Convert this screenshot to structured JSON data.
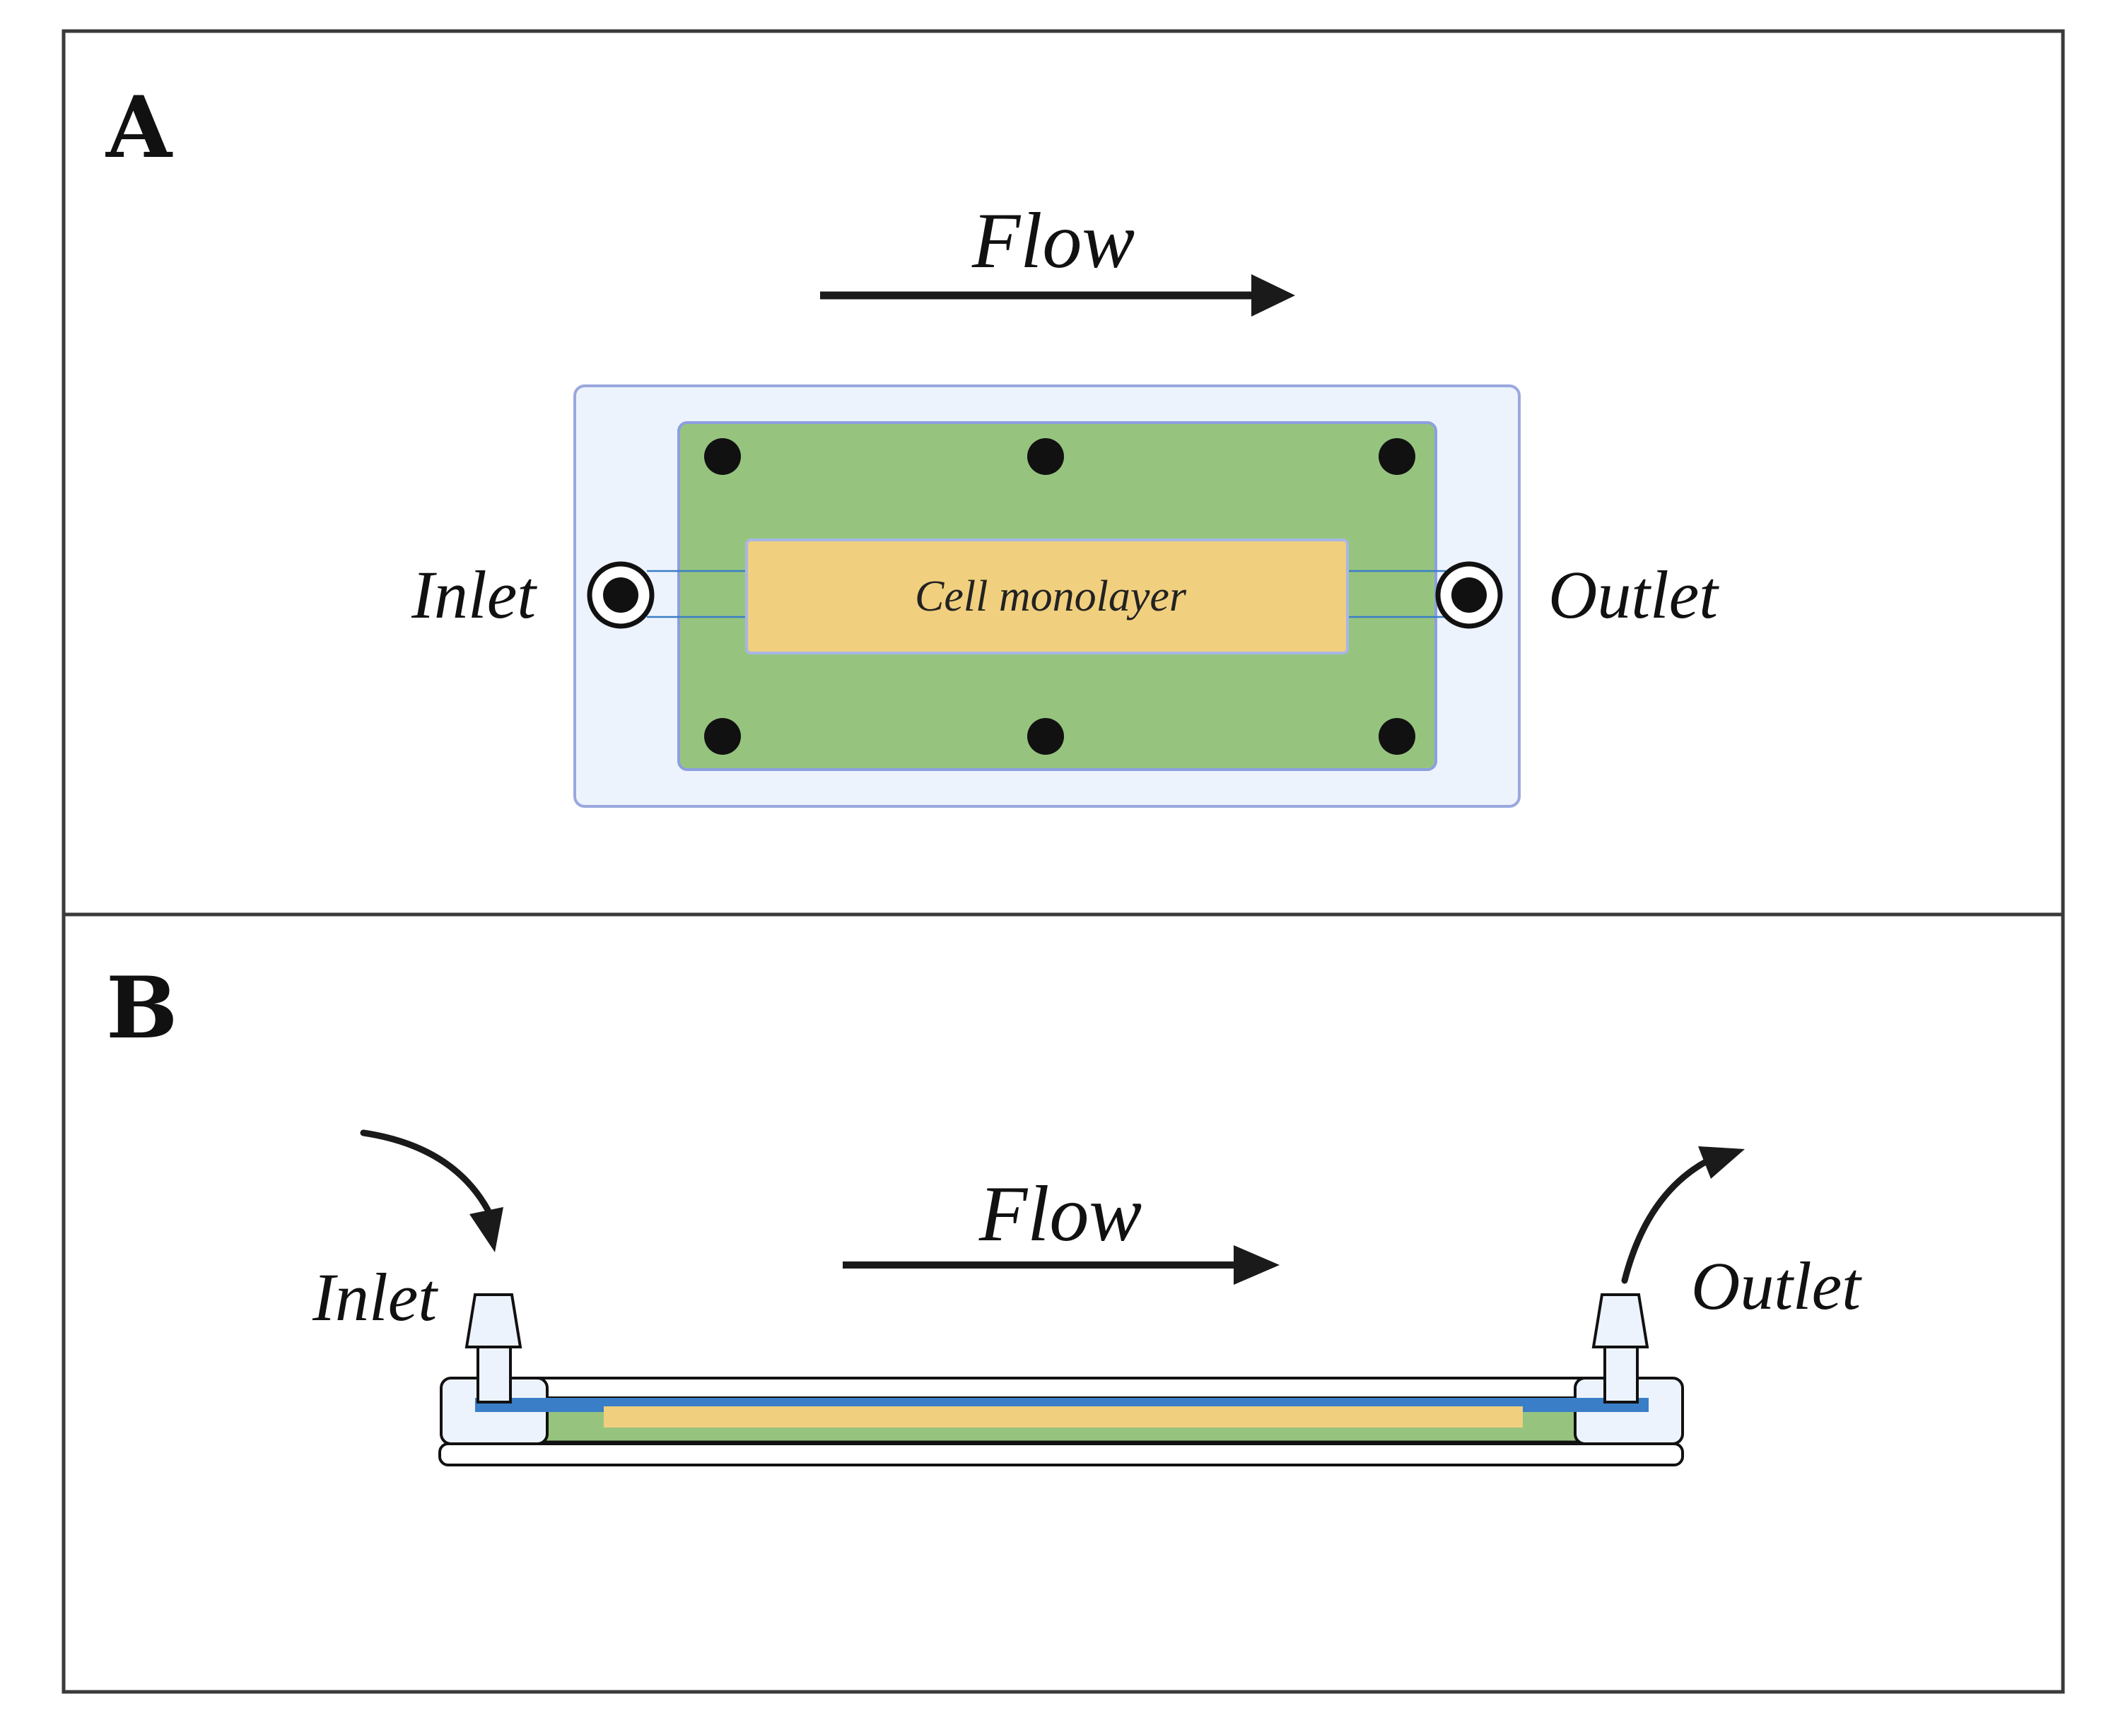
{
  "panels": {
    "a": {
      "letter": "A",
      "flow_label": "Flow",
      "inlet_label": "Inlet",
      "outlet_label": "Outlet",
      "cell_label": "Cell monolayer"
    },
    "b": {
      "letter": "B",
      "flow_label": "Flow",
      "inlet_label": "Inlet",
      "outlet_label": "Outlet"
    }
  },
  "colors": {
    "frame": "#3a3a3a",
    "slide_fill": "#edf3fc",
    "slide_stroke": "#9aa8de",
    "gasket_green": "#96c47e",
    "cell_yellow": "#f0cf7e",
    "channel_blue": "#3a7ec7",
    "dot_black": "#111111",
    "arrow": "#1a1a1a"
  }
}
